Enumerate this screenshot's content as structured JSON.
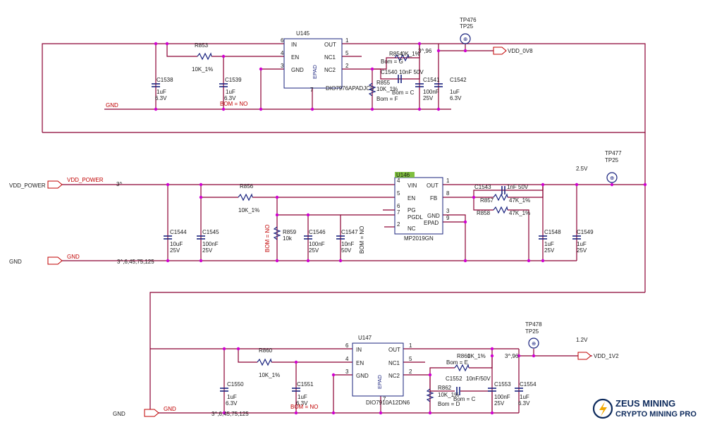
{
  "nets": {
    "vdd_0v8": "VDD_0V8",
    "vdd_1v2": "VDD_1V2",
    "vdd_power": "VDD_POWER",
    "gnd": "GND",
    "gnd_gnd": "GND",
    "gnd_flag": "GND",
    "vdd_power_left": "VDD_POWER",
    "gnd_left": "GND",
    "gnd_b": "GND",
    "gnd_b_flag": "GND",
    "v2_5": "2.5V",
    "v1_2": "1.2V",
    "ref_3a96_top": "3^,96",
    "ref_3a": "3^",
    "ref_gnd_mid": "3^,6,45,75,125",
    "ref_3a96_bot": "3^,96",
    "ref_gnd_bot": "3^,6,45,75,125"
  },
  "testpoints": [
    {
      "ref": "TP476",
      "type": "TP25"
    },
    {
      "ref": "TP477",
      "type": "TP25"
    },
    {
      "ref": "TP478",
      "type": "TP25"
    }
  ],
  "u145": {
    "ref": "U145",
    "part": "DIO7976APADJCD",
    "epad": "EPAD",
    "pins_left": [
      {
        "num": "6",
        "name": "IN"
      },
      {
        "num": "4",
        "name": "EN"
      },
      {
        "num": "3",
        "name": "GND"
      }
    ],
    "pins_right": [
      {
        "num": "1",
        "name": "OUT"
      },
      {
        "num": "5",
        "name": "NC1"
      },
      {
        "num": "2",
        "name": "NC2"
      }
    ],
    "pin_bottom": "7"
  },
  "u146": {
    "ref": "U146",
    "part": "MP2019GN",
    "pins_left": [
      {
        "num": "4",
        "name": "VIN"
      },
      {
        "num": "5",
        "name": "EN"
      },
      {
        "num": "6",
        "name": "PG"
      },
      {
        "num": "7",
        "name": "PGDL"
      },
      {
        "num": "2",
        "name": "NC"
      }
    ],
    "pins_right": [
      {
        "num": "1",
        "name": "OUT"
      },
      {
        "num": "8",
        "name": "FB"
      },
      {
        "num": "3",
        "name": "GND"
      },
      {
        "num": "9",
        "name": "EPAD"
      }
    ]
  },
  "u147": {
    "ref": "U147",
    "part": "DIO7910A12DN6",
    "epad": "EPAD",
    "pins_left": [
      {
        "num": "6",
        "name": "IN"
      },
      {
        "num": "4",
        "name": "EN"
      },
      {
        "num": "3",
        "name": "GND"
      }
    ],
    "pins_right": [
      {
        "num": "1",
        "name": "OUT"
      },
      {
        "num": "5",
        "name": "NC1"
      },
      {
        "num": "2",
        "name": "NC2"
      }
    ],
    "pin_bottom": "7"
  },
  "components": {
    "r853": {
      "ref": "R853",
      "value": "10K_1%"
    },
    "c1538": {
      "ref": "C1538",
      "value": "1uF",
      "volt": "6.3V"
    },
    "c1539": {
      "ref": "C1539",
      "value": "1uF",
      "volt": "6.3V",
      "bom": "BOM = NO"
    },
    "r854": {
      "ref": "R854",
      "value": "0K_1%"
    },
    "r854_bom": "Bom = G",
    "c1540": {
      "ref": "C1540",
      "value": "10nF 50V"
    },
    "c1540_bom": "Bom = C",
    "r855": {
      "ref": "R855",
      "value": "10K_1%"
    },
    "r855_bom": "Bom = F",
    "c1541": {
      "ref": "C1541",
      "value": "100nF",
      "volt": "25V"
    },
    "c1542": {
      "ref": "C1542",
      "value": "1uF",
      "volt": "6.3V"
    },
    "r856": {
      "ref": "R856",
      "value": "10K_1%"
    },
    "c1544": {
      "ref": "C1544",
      "value": "10uF",
      "volt": "25V"
    },
    "c1545": {
      "ref": "C1545",
      "value": "100nF",
      "volt": "25V"
    },
    "r859": {
      "ref": "R859",
      "value": "10k",
      "bom": "BOM = NO"
    },
    "c1546": {
      "ref": "C1546",
      "value": "100nF",
      "volt": "25V"
    },
    "c1547": {
      "ref": "C1547",
      "value": "10nF",
      "volt": "50V",
      "bom": "BOM = NO"
    },
    "c1543": {
      "ref": "C1543",
      "value": "1nF 50V"
    },
    "r857": {
      "ref": "R857",
      "value": "47K_1%"
    },
    "r858": {
      "ref": "R858",
      "value": "47K_1%"
    },
    "c1548": {
      "ref": "C1548",
      "value": "1uF",
      "volt": "25V"
    },
    "c1549": {
      "ref": "C1549",
      "value": "1uF",
      "volt": "25V"
    },
    "r860": {
      "ref": "R860",
      "value": "10K_1%"
    },
    "c1550": {
      "ref": "C1550",
      "value": "1uF",
      "volt": "6.3V"
    },
    "c1551": {
      "ref": "C1551",
      "value": "1uF",
      "volt": "6.3V",
      "bom": "BOM = NO"
    },
    "r861": {
      "ref": "R861",
      "value": "0K_1%"
    },
    "r861_bom": "Bom = E",
    "c1552": {
      "ref": "C1552",
      "value": "10nF/50V"
    },
    "c1552_bom": "Bom = C",
    "r862": {
      "ref": "R862",
      "value": "10K_1%"
    },
    "r862_bom": "Bom = D",
    "c1553": {
      "ref": "C1553",
      "value": "100nF",
      "volt": "25V"
    },
    "c1554": {
      "ref": "C1554",
      "value": "1uF",
      "volt": "6.3V"
    }
  },
  "logo": {
    "line1": "ZEUS MINING",
    "line2": "CRYPTO MINING PRO"
  },
  "colors": {
    "wire": "#8b0033",
    "symbol": "#1a237e",
    "net": "#c00000",
    "junction": "#d000d0",
    "logo": "#0d2a5c"
  }
}
